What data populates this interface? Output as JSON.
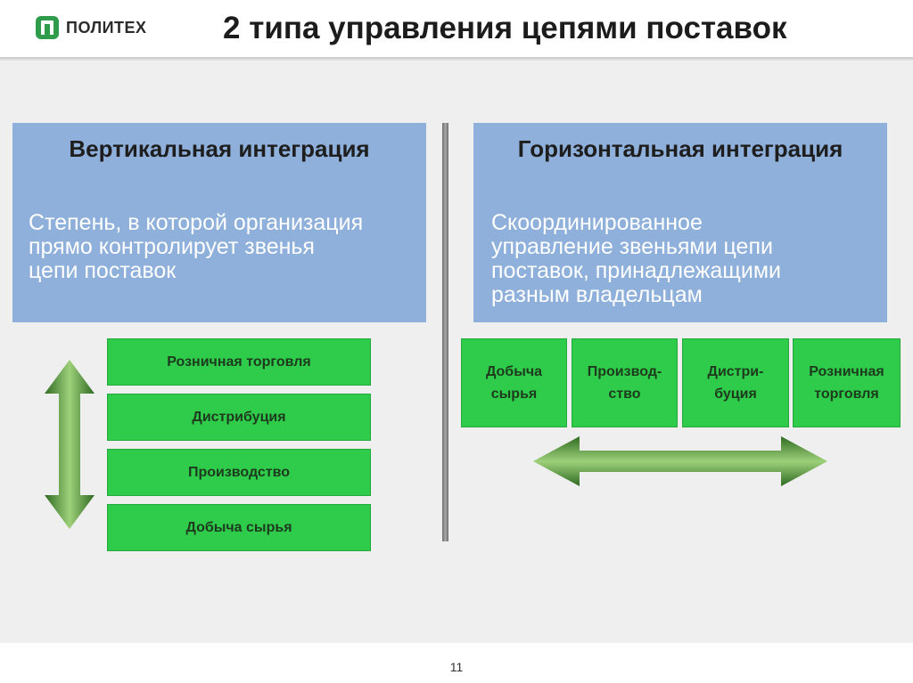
{
  "header": {
    "logo_text": "ПОЛИТЕХ",
    "title": "2 типа управления цепями поставок"
  },
  "left_panel": {
    "title": "Вертикальная интеграция",
    "lines": [
      "Степень, в которой организация",
      "прямо контролирует звенья",
      "цепи поставок"
    ]
  },
  "right_panel": {
    "title": "Горизонтальная интеграция",
    "lines": [
      "Скоординированное",
      "управление звеньями цепи",
      "поставок, принадлежащими",
      "разным владельцам"
    ]
  },
  "vertical_chain": [
    "Розничная торговля",
    "Дистрибуция",
    "Производство",
    "Добыча сырья"
  ],
  "horizontal_chain": [
    [
      "Добыча",
      "сырья"
    ],
    [
      "Производ-",
      "ство"
    ],
    [
      "Дистри-",
      "буция"
    ],
    [
      "Розничная",
      "торговля"
    ]
  ],
  "footer": {
    "page_number": "11"
  },
  "colors": {
    "panel": "#8eb0da",
    "box": "#2ecc4a",
    "arrow_dark": "#2f6b22",
    "arrow_light": "#9ed07a"
  },
  "icons": [
    "vertical-double-arrow",
    "horizontal-double-arrow",
    "politeh-logo"
  ]
}
